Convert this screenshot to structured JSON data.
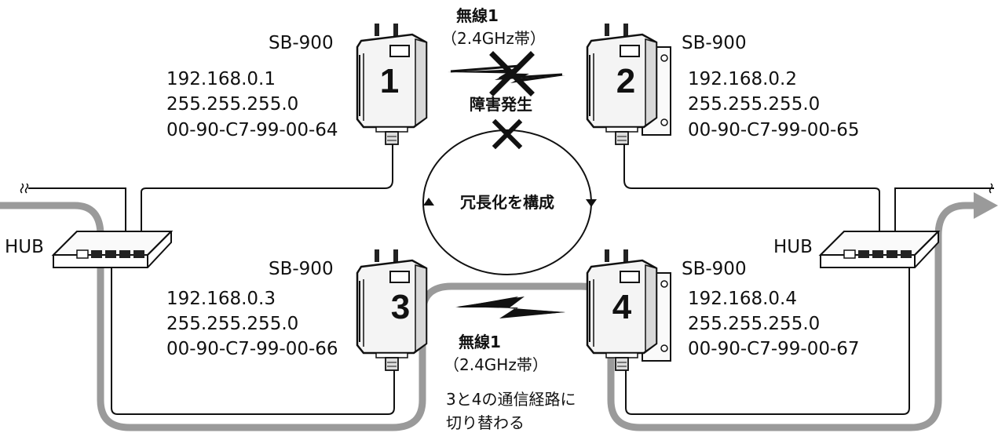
{
  "devices": [
    {
      "model": "SB-900",
      "number": "1",
      "ip": "192.168.0.1",
      "mask": "255.255.255.0",
      "mac": "00-90-C7-99-00-64"
    },
    {
      "model": "SB-900",
      "number": "2",
      "ip": "192.168.0.2",
      "mask": "255.255.255.0",
      "mac": "00-90-C7-99-00-65"
    },
    {
      "model": "SB-900",
      "number": "3",
      "ip": "192.168.0.3",
      "mask": "255.255.255.0",
      "mac": "00-90-C7-99-00-66"
    },
    {
      "model": "SB-900",
      "number": "4",
      "ip": "192.168.0.4",
      "mask": "255.255.255.0",
      "mac": "00-90-C7-99-00-67"
    }
  ],
  "wireless_top": {
    "title": "無線1",
    "band": "（2.4GHz帯）"
  },
  "wireless_bottom": {
    "title": "無線1",
    "band": "（2.4GHz帯）"
  },
  "failure_label": "障害発生",
  "redundancy_label": "冗長化を構成",
  "hub_left": "HUB",
  "hub_right": "HUB",
  "switch_note": {
    "line1": "3と4の通信経路に",
    "line2": "切り替わる"
  }
}
